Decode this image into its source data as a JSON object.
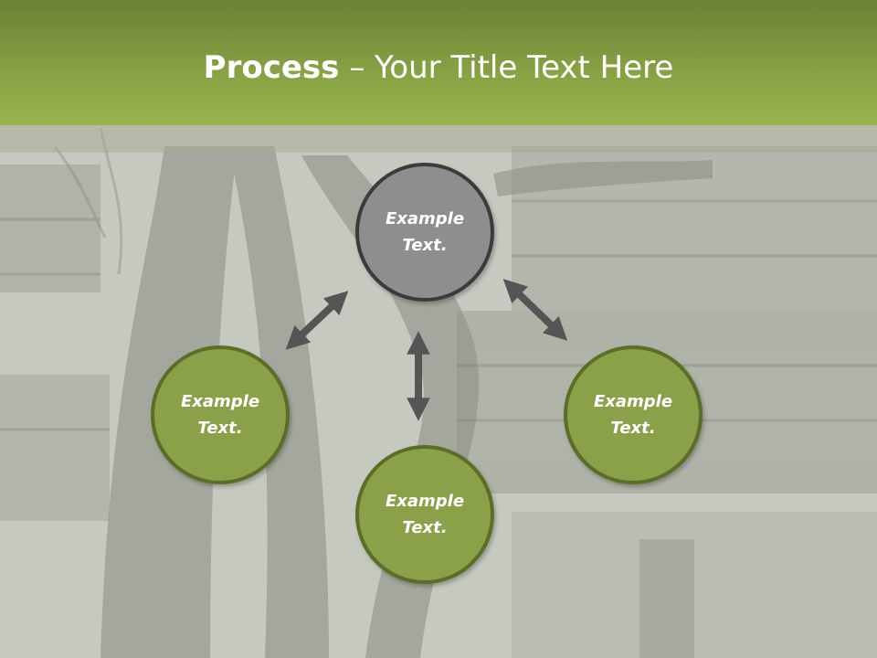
{
  "title": {
    "bold": "Process",
    "dash": " – ",
    "rest": "Your Title Text Here"
  },
  "nodes": {
    "top": "Example Text.",
    "left": "Example Text.",
    "right": "Example Text.",
    "bottom": "Example Text."
  },
  "colors": {
    "title_bar": "#86a043",
    "node_green": "#8aa14a",
    "node_grey": "#8e8e8e",
    "arrow": "#555555"
  },
  "background": "jungle-temple-ruins-photo"
}
